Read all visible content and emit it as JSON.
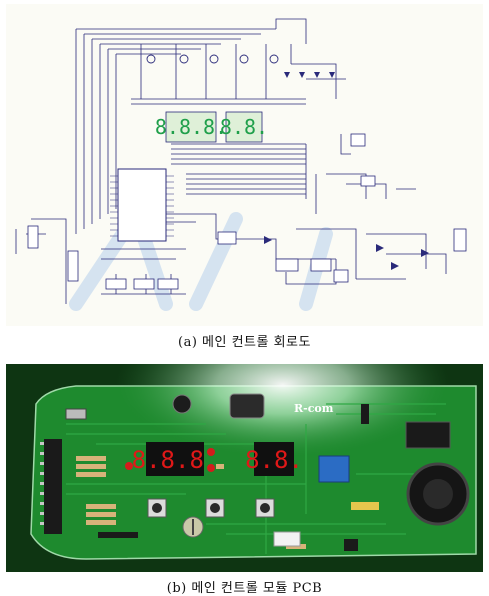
{
  "figure_a": {
    "caption": "(a) 메인 컨트롤 회로도",
    "display_digits_left": "8.8.8.",
    "display_digits_right": "8.8."
  },
  "figure_b": {
    "caption": "(b) 메인 컨트롤 모듈 PCB",
    "board_logo": "R-com",
    "display_digits_left": "8.8.8.",
    "display_digits_right": "8.8."
  },
  "colors": {
    "schematic_bg": "#fbfbf5",
    "schematic_line": "#2a2a7a",
    "display_green": "#1f9f4a",
    "pcb_green": "#1e8a2e",
    "seven_segment_red": "#e01818",
    "watermark": "#8fb7e8"
  }
}
